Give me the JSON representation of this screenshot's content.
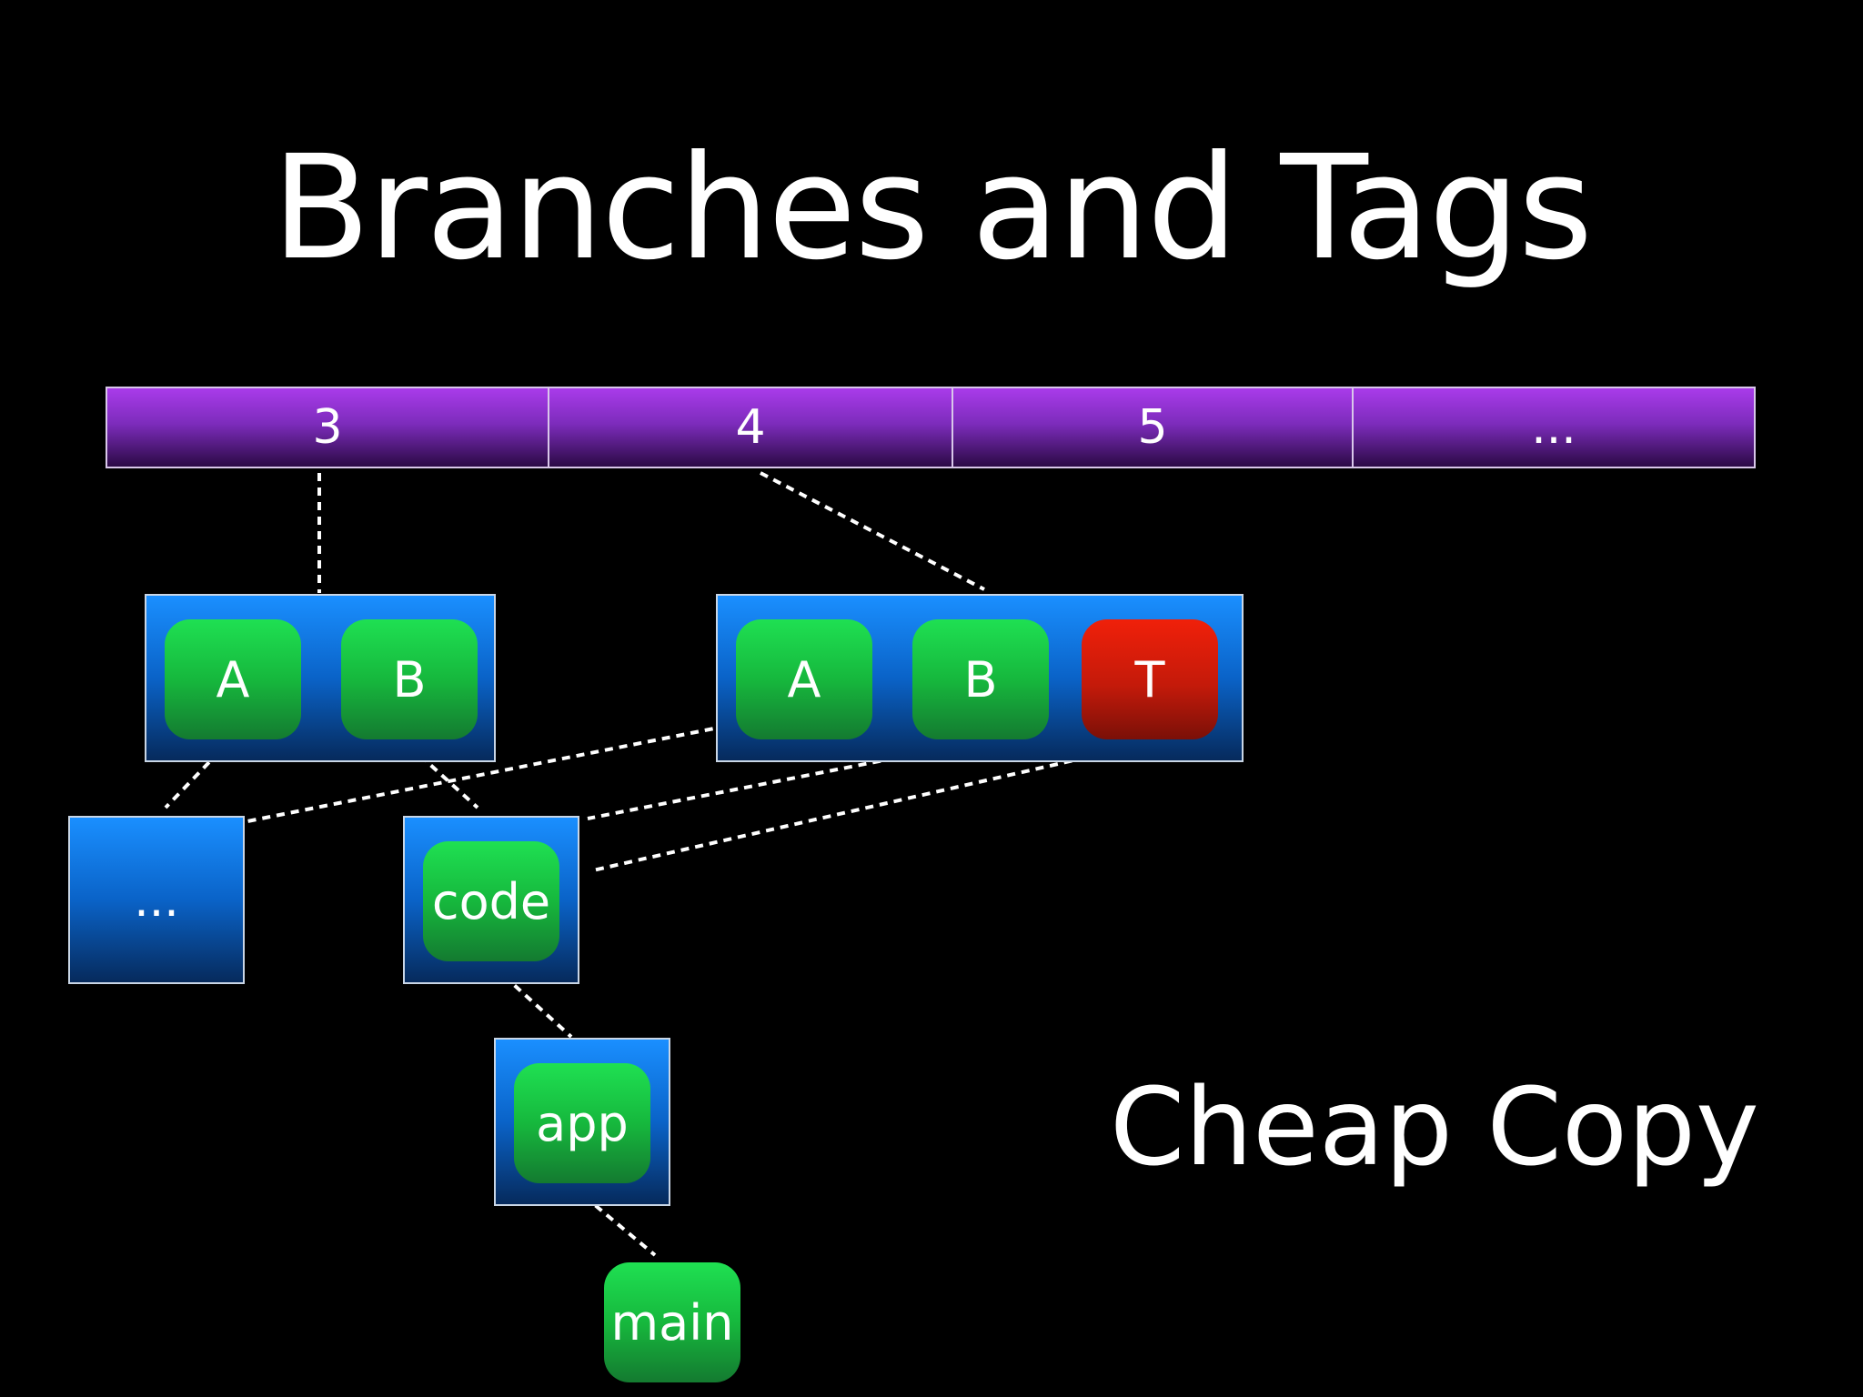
{
  "title": "Branches and Tags",
  "caption": "Cheap Copy",
  "revisions": [
    "3",
    "4",
    "5",
    "..."
  ],
  "rev3_tree": {
    "items": [
      "A",
      "B"
    ]
  },
  "rev4_tree": {
    "items": [
      "A",
      "B",
      "T"
    ]
  },
  "dir_ellipsis": {
    "label": "..."
  },
  "dir_code": {
    "label": "code"
  },
  "dir_app": {
    "label": "app"
  },
  "file_main": {
    "label": "main"
  },
  "colors": {
    "revision_bar": "#8e33d6",
    "directory": "#0a6fe0",
    "branch_node": "#16b83d",
    "tag_node": "#d01c0a",
    "background": "#000000"
  }
}
